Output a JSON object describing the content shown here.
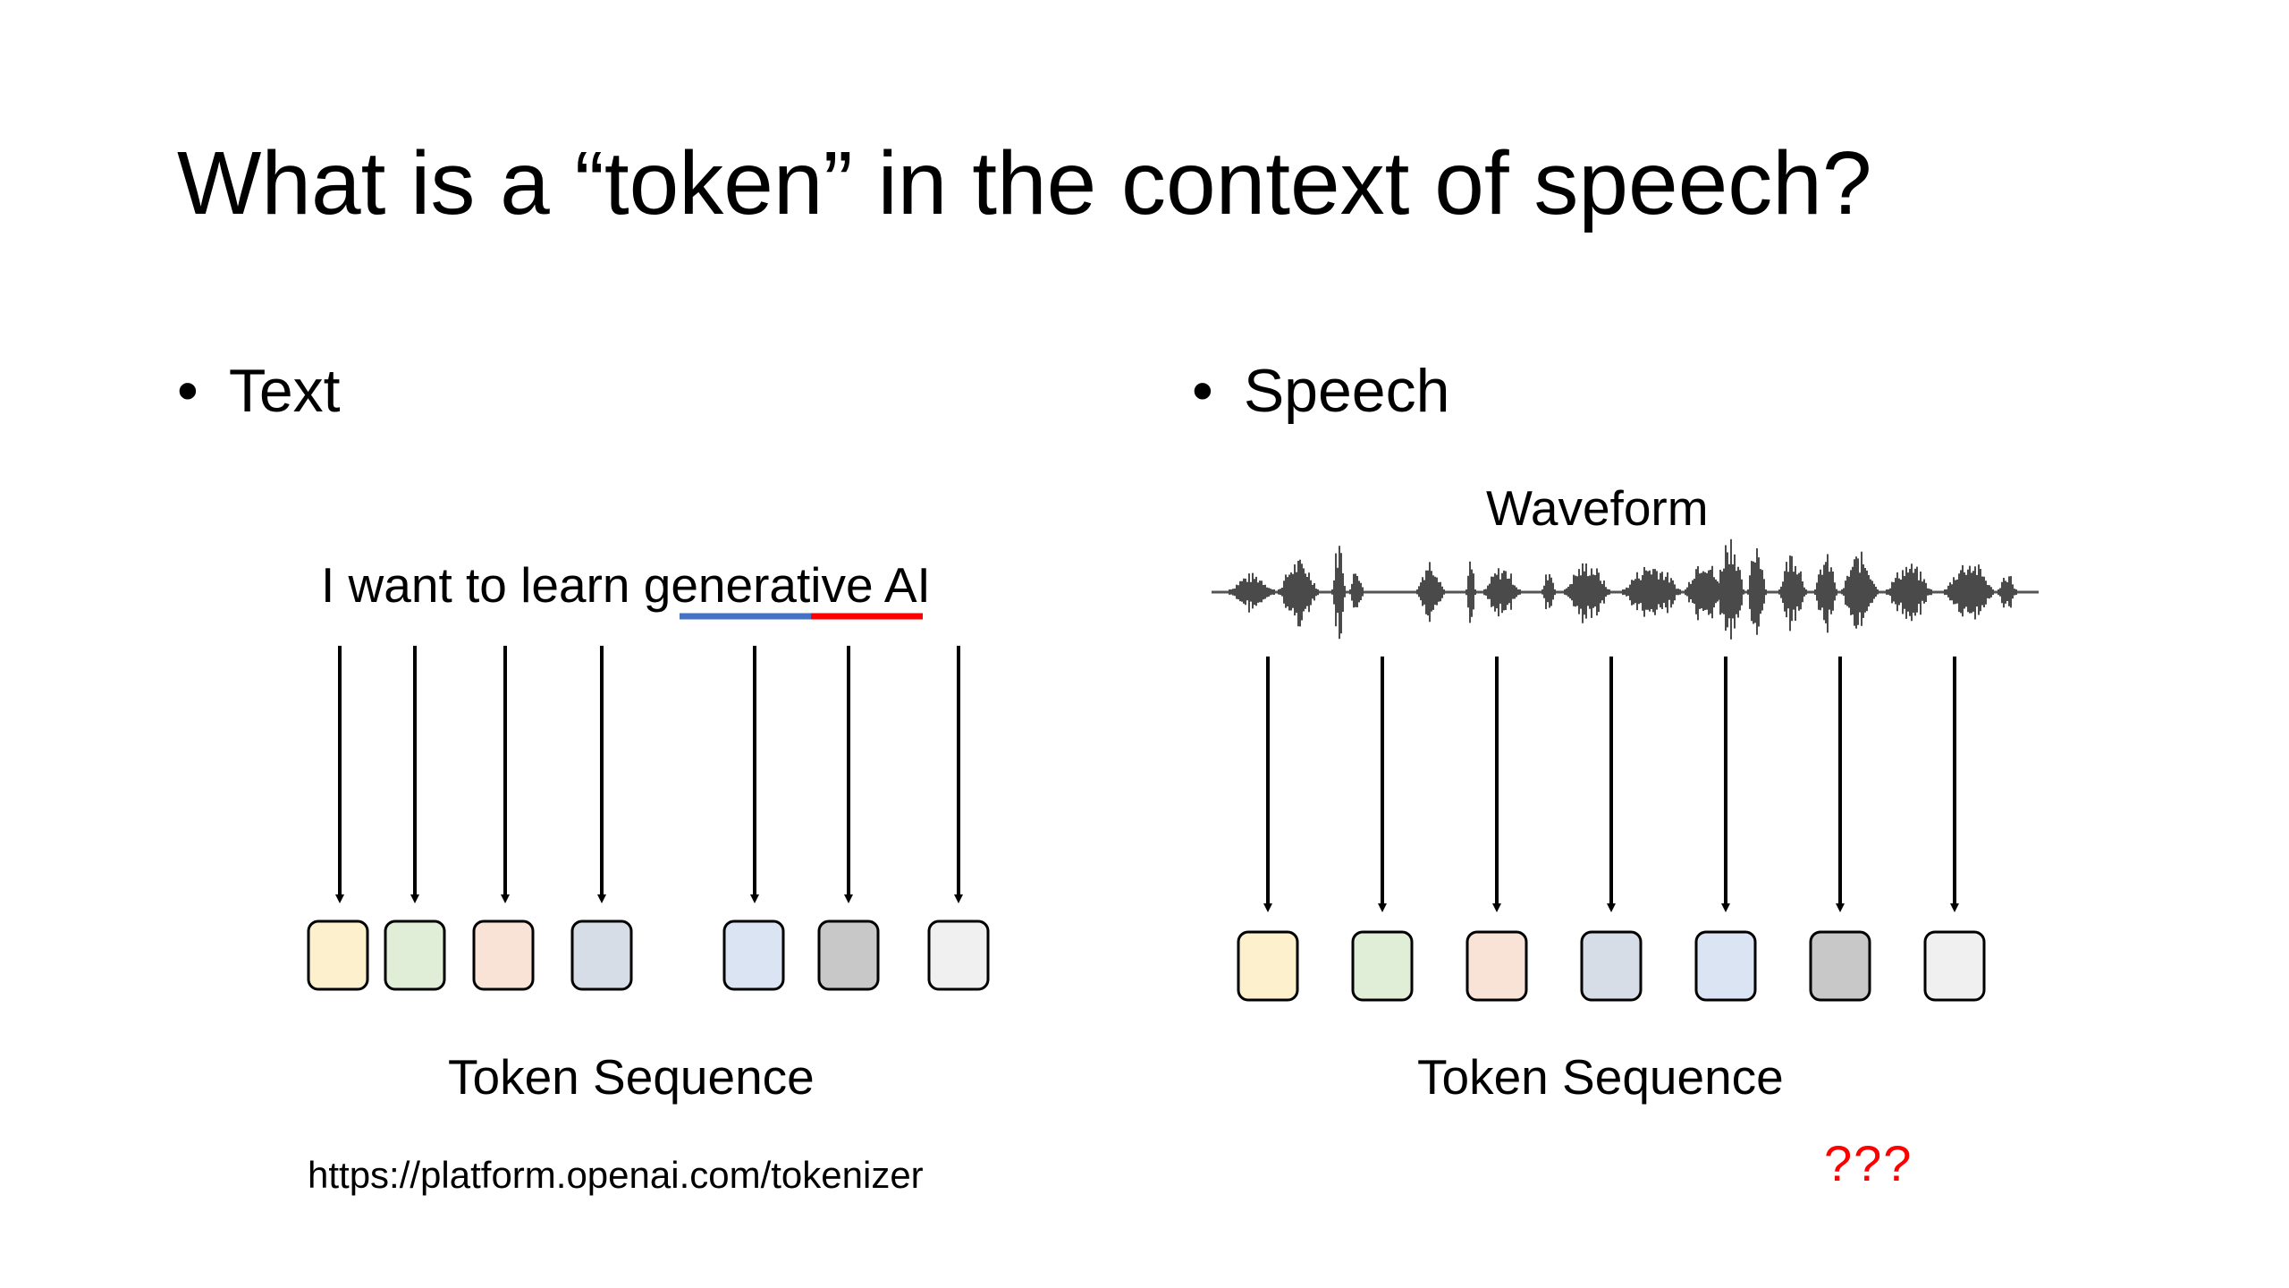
{
  "slide": {
    "title": "What is a “token” in the context of speech?",
    "left": {
      "bullet": "Text",
      "sentence": {
        "words": [
          "I want to learn ",
          "gener",
          "ative",
          " AI"
        ]
      },
      "caption": "Token Sequence",
      "url": "https://platform.openai.com/tokenizer"
    },
    "right": {
      "bullet": "Speech",
      "waveform_label": "Waveform",
      "caption": "Token Sequence",
      "unknown": "???"
    },
    "token_colors": [
      "#fdf1cd",
      "#e0eed8",
      "#f9e2d6",
      "#d6dde6",
      "#dae4f3",
      "#c8c8c8",
      "#f0f0f0"
    ],
    "underline_colors": [
      "#4472c4",
      "#ff0000"
    ]
  }
}
